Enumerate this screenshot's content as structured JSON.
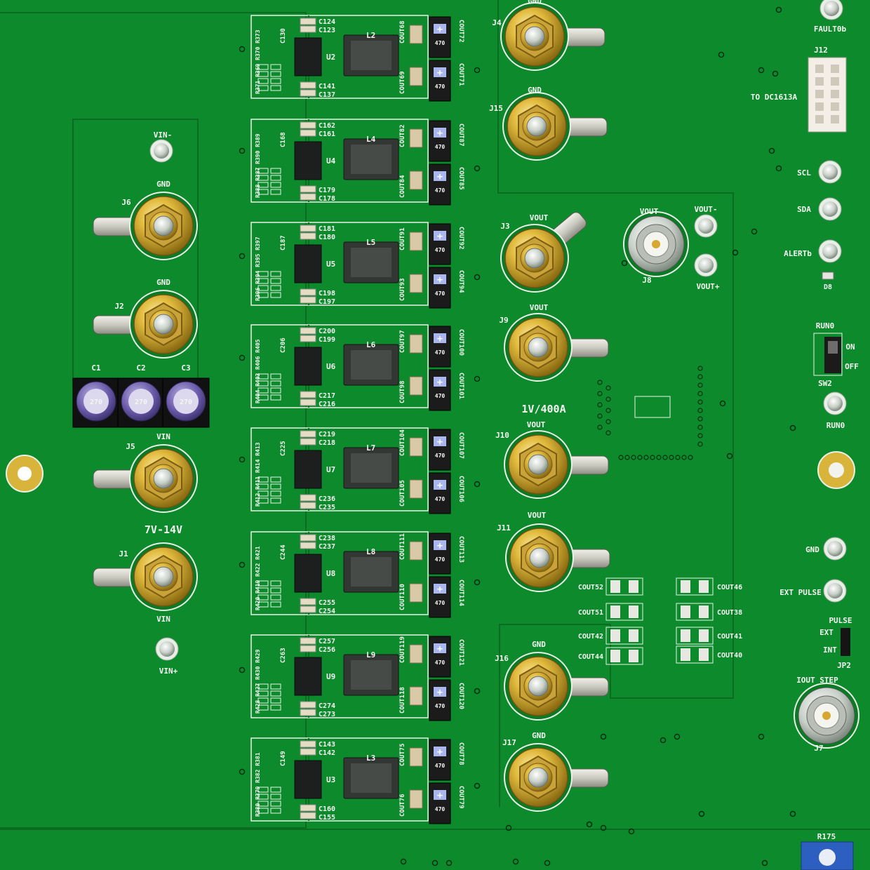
{
  "colors": {
    "board": "#0c8a2c",
    "board_dark": "#06681d",
    "silkscreen": "#f4f7f2",
    "gold": "#d9b43a",
    "capacitor_purple": "#6a5aa8"
  },
  "input_section": {
    "vin_minus": "VIN-",
    "vin_plus": "VIN+",
    "range": "7V-14V",
    "terminals": [
      {
        "ref": "J6",
        "net": "GND"
      },
      {
        "ref": "J2",
        "net": "GND"
      },
      {
        "ref": "J5",
        "net": "VIN"
      },
      {
        "ref": "J1",
        "net": "VIN"
      }
    ],
    "bulk_caps": [
      {
        "ref": "C1",
        "marking": "270"
      },
      {
        "ref": "C2",
        "marking": "270"
      },
      {
        "ref": "C3",
        "marking": "270"
      }
    ]
  },
  "phases": [
    {
      "ic": "U2",
      "inductor": "L2",
      "caps_top": "C124 C123",
      "caps_bot": "C141 C137",
      "res": "R371 R369 R370 R373",
      "side": "C130",
      "out_a": "COUT68",
      "out_b": "COUT72",
      "out_c": "COUT69",
      "out_d": "COUT71"
    },
    {
      "ic": "U4",
      "inductor": "L4",
      "caps_top": "C162 C161",
      "caps_bot": "C179 C178",
      "res": "R388 R387 R390 R389",
      "side": "C168",
      "out_a": "COUT82",
      "out_b": "COUT87",
      "out_c": "COUT84",
      "out_d": "COUT85"
    },
    {
      "ic": "U5",
      "inductor": "L5",
      "caps_top": "C181 C180",
      "caps_bot": "C198 C197",
      "res": "R396 R394 R395 R397",
      "side": "C187",
      "out_a": "COUT91",
      "out_b": "COUT92",
      "out_c": "COUT93",
      "out_d": "COUT94"
    },
    {
      "ic": "U6",
      "inductor": "L6",
      "caps_top": "C200 C199",
      "caps_bot": "C217 C216",
      "res": "R404 R403 R406 R405",
      "side": "C206",
      "out_a": "COUT97",
      "out_b": "COUT100",
      "out_c": "COUT98",
      "out_d": "COUT101"
    },
    {
      "ic": "U7",
      "inductor": "L7",
      "caps_top": "C219 C218",
      "caps_bot": "C236 C235",
      "res": "R412 R411 R414 R413",
      "side": "C225",
      "out_a": "COUT104",
      "out_b": "COUT107",
      "out_c": "COUT105",
      "out_d": "COUT106"
    },
    {
      "ic": "U8",
      "inductor": "L8",
      "caps_top": "C238 C237",
      "caps_bot": "C255 C254",
      "res": "R420 R419 R422 R421",
      "side": "C244",
      "out_a": "COUT111",
      "out_b": "COUT113",
      "out_c": "COUT110",
      "out_d": "COUT114"
    },
    {
      "ic": "U9",
      "inductor": "L9",
      "caps_top": "C257 C256",
      "caps_bot": "C274 C273",
      "res": "R428 R427 R430 R429",
      "side": "C263",
      "out_a": "COUT119",
      "out_b": "COUT121",
      "out_c": "COUT118",
      "out_d": "COUT120"
    },
    {
      "ic": "U3",
      "inductor": "L3",
      "caps_top": "C143 C142",
      "caps_bot": "C160 C155",
      "res": "R380 R379 R382 R381",
      "side": "C149",
      "out_a": "COUT75",
      "out_b": "COUT78",
      "out_c": "COUT76",
      "out_d": "COUT79"
    }
  ],
  "cap_marking": "470",
  "output_section": {
    "rating": "1V/400A",
    "terminals": [
      {
        "ref": "J4",
        "net": "GND"
      },
      {
        "ref": "J15",
        "net": "GND"
      },
      {
        "ref": "J3",
        "net": "VOUT"
      },
      {
        "ref": "J9",
        "net": "VOUT"
      },
      {
        "ref": "J10",
        "net": "VOUT"
      },
      {
        "ref": "J11",
        "net": "VOUT"
      },
      {
        "ref": "J16",
        "net": "GND"
      },
      {
        "ref": "J17",
        "net": "GND"
      }
    ],
    "bnc": {
      "ref": "J8",
      "label": "VOUT"
    },
    "vout_minus": "VOUT-",
    "vout_plus": "VOUT+",
    "ceramic_caps": [
      {
        "ref": "COUT52"
      },
      {
        "ref": "COUT51"
      },
      {
        "ref": "COUT42"
      },
      {
        "ref": "COUT44"
      },
      {
        "ref": "COUT46"
      },
      {
        "ref": "COUT38"
      },
      {
        "ref": "COUT41"
      },
      {
        "ref": "COUT40"
      }
    ]
  },
  "control_section": {
    "fault": "FAULT0b",
    "header_ref": "J12",
    "header_label": "TO DC1613A",
    "scl": "SCL",
    "sda": "SDA",
    "alert": "ALERTb",
    "led": "D8",
    "run_title": "RUN0",
    "run_on": "ON",
    "run_off": "OFF",
    "switch_ref": "SW2",
    "run_test": "RUN0",
    "gnd": "GND",
    "ext_pulse": "EXT PULSE",
    "pulse": "PULSE",
    "ext": "EXT",
    "int": "INT",
    "jumper_ref": "JP2",
    "iout_step": "IOUT STEP",
    "bnc2_ref": "J7",
    "trim_ref": "R175"
  }
}
